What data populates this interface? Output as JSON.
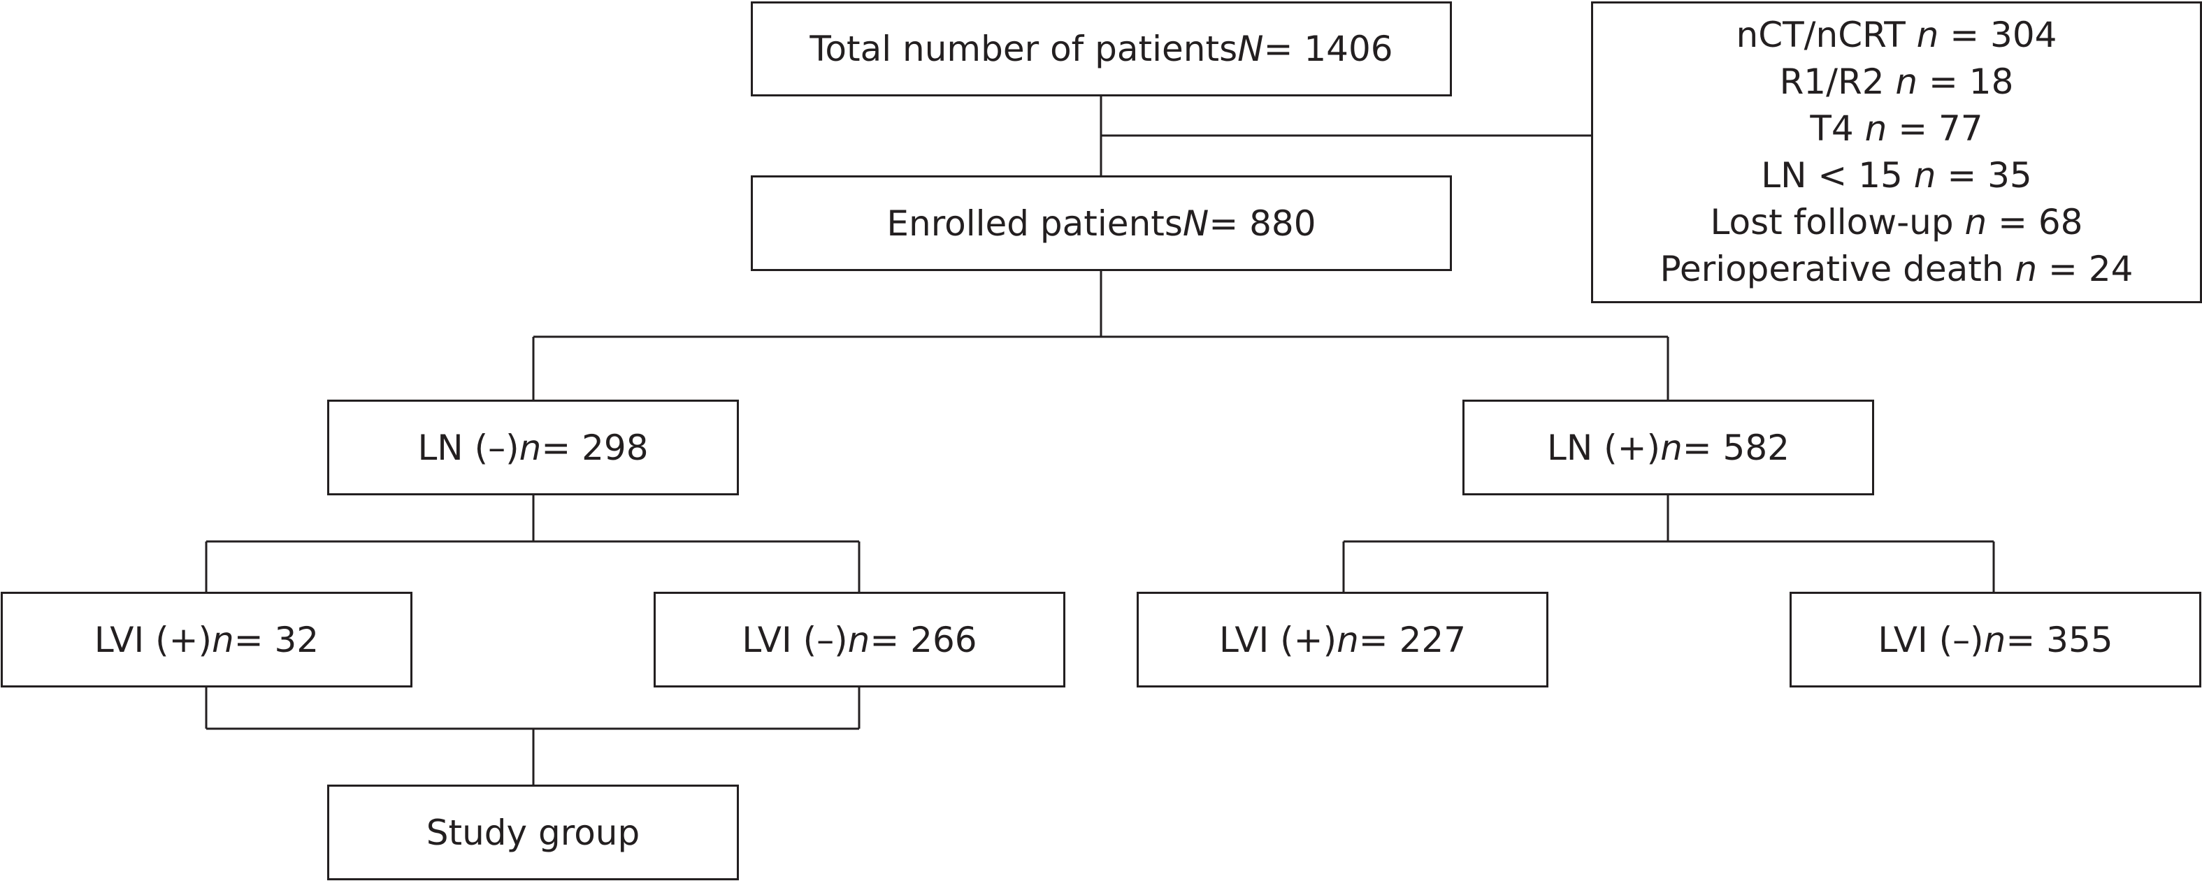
{
  "boxes": {
    "total": {
      "pre": "Total number of patients ",
      "var": "N",
      "post": " = 1406"
    },
    "enrolled": {
      "pre": "Enrolled patients ",
      "var": "N",
      "post": " = 880"
    },
    "ln_neg": {
      "pre": "LN (–) ",
      "var": "n",
      "post": " = 298"
    },
    "ln_pos": {
      "pre": "LN (+) ",
      "var": "n",
      "post": " = 582"
    },
    "lvi_pos_a": {
      "pre": "LVI (+) ",
      "var": "n",
      "post": " = 32"
    },
    "lvi_neg_a": {
      "pre": "LVI (–) ",
      "var": "n",
      "post": " = 266"
    },
    "lvi_pos_b": {
      "pre": "LVI (+) ",
      "var": "n",
      "post": " = 227"
    },
    "lvi_neg_b": {
      "pre": "LVI (–) ",
      "var": "n",
      "post": " = 355"
    },
    "study": {
      "label": "Study group"
    }
  },
  "exclusions": [
    {
      "pre": "nCT/nCRT ",
      "var": "n",
      "post": " = 304"
    },
    {
      "pre": "R1/R2 ",
      "var": "n",
      "post": " = 18"
    },
    {
      "pre": "T4 ",
      "var": "n",
      "post": " = 77"
    },
    {
      "pre": "LN < 15 ",
      "var": "n",
      "post": " = 35"
    },
    {
      "pre": "Lost follow-up ",
      "var": "n",
      "post": " = 68"
    },
    {
      "pre": "Perioperative death ",
      "var": "n",
      "post": " = 24"
    }
  ]
}
